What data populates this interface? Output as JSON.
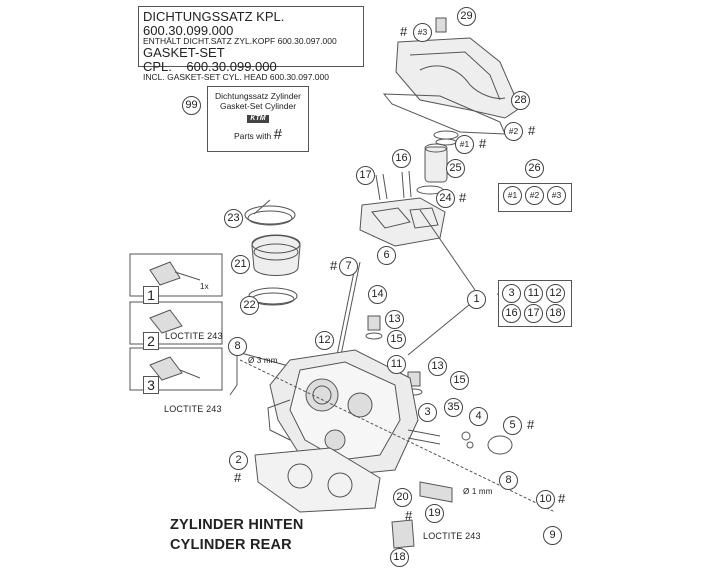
{
  "gasket_set": {
    "line1_label": "DICHTUNGSSATZ KPL.",
    "line1_number": "600.30.099.000",
    "line2": "ENTHÄLT DICHT.SATZ ZYL.KOPF 600.30.097.000",
    "line3_label": "GASKET-SET CPL.",
    "line3_number": "600.30.099.000",
    "line4": "INCL. GASKET-SET CYL. HEAD 600.30.097.000"
  },
  "kit_box": {
    "line1": "Dichtungssatz Zylinder",
    "line2": "Gasket-Set Cylinder",
    "brand": "KTM",
    "parts_with": "Parts with",
    "hash": "#"
  },
  "steps": [
    "1",
    "2",
    "3"
  ],
  "step_notes": {
    "step1_times": "1x",
    "step2_loctite": "LOCTITE 243"
  },
  "loctite_left": "LOCTITE 243",
  "loctite_bottom": "LOCTITE 243",
  "dims": {
    "d3": "Ø 3 mm",
    "d1": "Ø 1 mm"
  },
  "title": {
    "line1": "ZYLINDER HINTEN",
    "line2": "CYLINDER REAR"
  },
  "hash": "#",
  "callouts": {
    "c29": "29",
    "c3": "#3",
    "c28": "28",
    "c2a": "#2",
    "c1": "#1",
    "c99": "99",
    "c16": "16",
    "c17": "17",
    "c25": "25",
    "c24": "24",
    "c26": "26",
    "k1": "#1",
    "k2": "#2",
    "k3": "#3",
    "c23": "23",
    "c6": "6",
    "c7": "7",
    "c21": "21",
    "c14": "14",
    "c22": "22",
    "c1b": "1",
    "g3": "3",
    "g11": "11",
    "g12": "12",
    "g16": "16",
    "g17": "17",
    "g18": "18",
    "c13a": "13",
    "c15a": "15",
    "c12": "12",
    "c8a": "8",
    "c11": "11",
    "c13b": "13",
    "c15b": "15",
    "c3b": "3",
    "c35": "35",
    "c4": "4",
    "c5": "5",
    "c2b": "2",
    "c8b": "8",
    "c20": "20",
    "c10": "10",
    "c19": "19",
    "c9": "9",
    "c18": "18"
  }
}
